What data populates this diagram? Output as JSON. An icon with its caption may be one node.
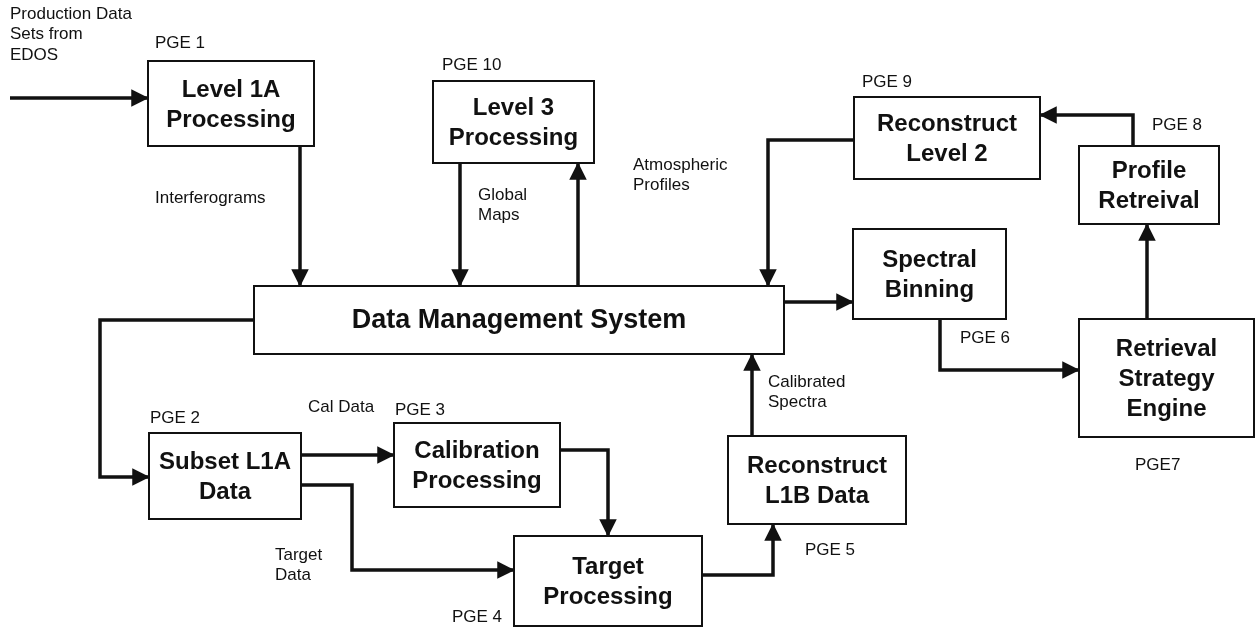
{
  "diagram": {
    "nodes": [
      {
        "text": [
          "Level 1A Processing"
        ],
        "beside": [
          "PGE 1"
        ]
      },
      {
        "text": [
          "Level 3 Processing"
        ],
        "beside": [
          "PGE 10"
        ]
      },
      {
        "text": [
          "Reconstruct Level 2"
        ],
        "beside": [
          "PGE 9"
        ]
      },
      {
        "text": [
          "Profile Retreival"
        ],
        "beside": [
          "PGE 8"
        ]
      },
      {
        "text": [
          "Spectral Binning"
        ],
        "beside": [
          "PGE 6"
        ]
      },
      {
        "text": [
          "Data Management System"
        ]
      },
      {
        "text": [
          "Retrieval Strategy Engine"
        ],
        "beside": [
          "PGE7"
        ]
      },
      {
        "text": [
          "Subset L1A Data"
        ],
        "beside": [
          "PGE 2"
        ]
      },
      {
        "text": [
          "Calibration Processing"
        ],
        "beside": [
          "PGE 3"
        ]
      },
      {
        "text": [
          "Reconstruct L1B Data"
        ],
        "beside": [
          "PGE 5"
        ]
      },
      {
        "text": [
          "Target Processing"
        ],
        "beside": [
          "PGE 4"
        ]
      }
    ],
    "edges": [
      {
        "from": null,
        "to": 0,
        "arrow": "to",
        "label": "Production Data Sets from EDOS"
      },
      {
        "from": 0,
        "to": 5,
        "arrow": "to",
        "label": "Interferograms"
      },
      {
        "from": 1,
        "to": 5,
        "arrow": "to",
        "label": "Global Maps"
      },
      {
        "from": 5,
        "to": 1,
        "arrow": "to"
      },
      {
        "from": 2,
        "to": 5,
        "arrow": "to",
        "label": "Atmospheric Profiles"
      },
      {
        "from": 5,
        "to": 4,
        "arrow": "to"
      },
      {
        "from": 4,
        "to": 6,
        "arrow": "to"
      },
      {
        "from": 6,
        "to": 3,
        "arrow": "to"
      },
      {
        "from": 3,
        "to": 2,
        "arrow": "to"
      },
      {
        "from": 5,
        "to": 7,
        "arrow": "to"
      },
      {
        "from": 7,
        "to": 8,
        "arrow": "to",
        "label": "Cal Data"
      },
      {
        "from": 7,
        "to": 10,
        "arrow": "to",
        "label": "Target Data"
      },
      {
        "from": 8,
        "to": 10,
        "arrow": "to"
      },
      {
        "from": 10,
        "to": 9,
        "arrow": "to"
      },
      {
        "from": 9,
        "to": 5,
        "arrow": "to",
        "label": "Calibrated Spectra"
      }
    ]
  }
}
